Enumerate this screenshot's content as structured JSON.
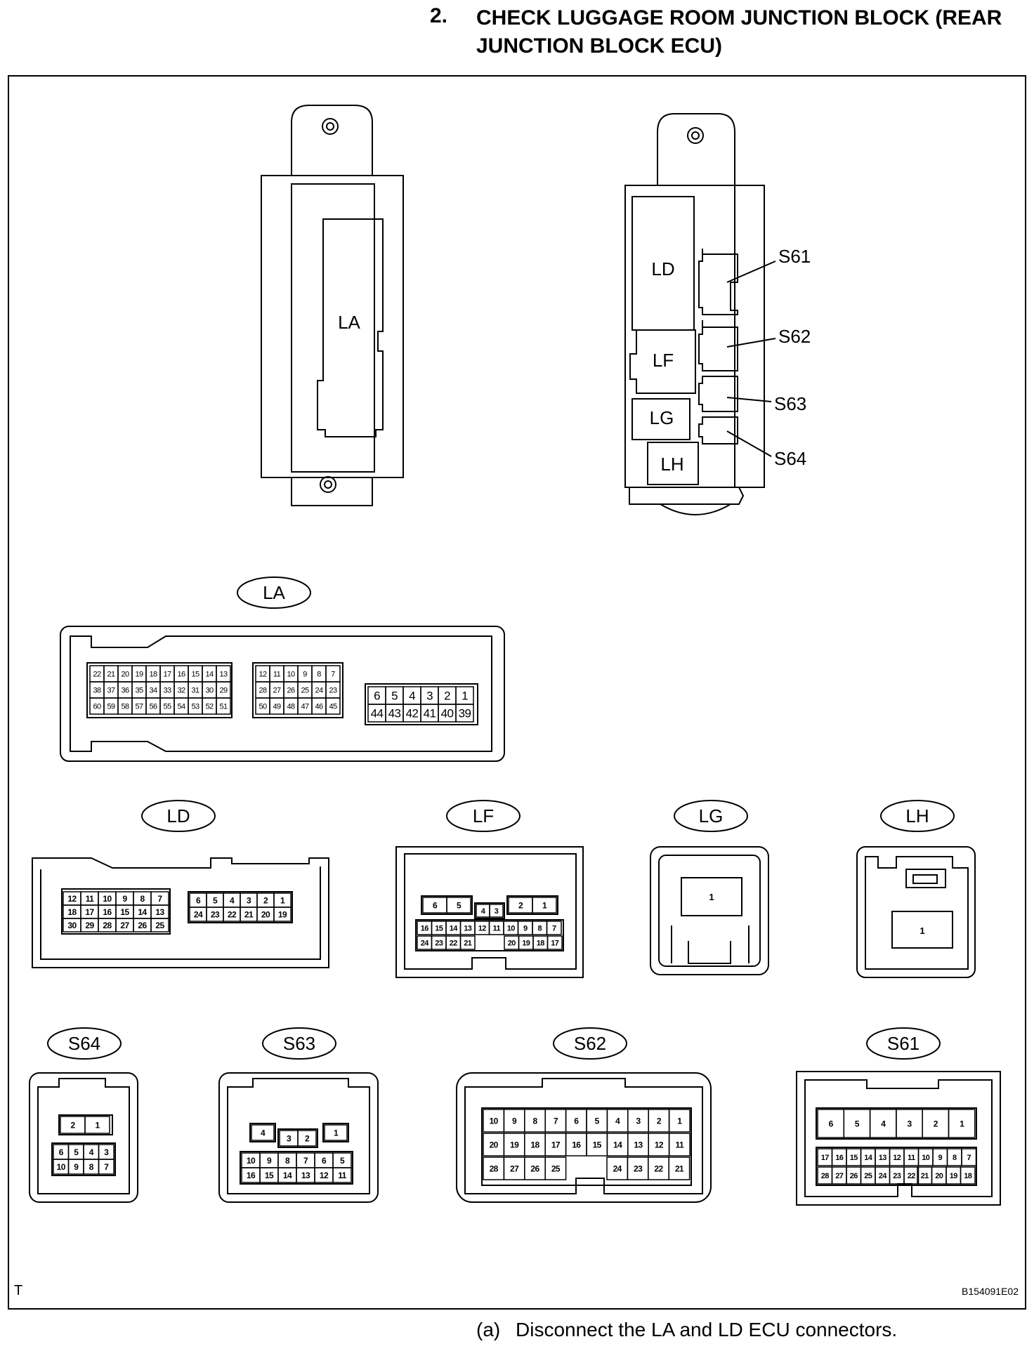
{
  "header": {
    "step_number": "2.",
    "title_line1": "CHECK LUGGAGE ROOM JUNCTION BLOCK (REAR",
    "title_line2": "JUNCTION BLOCK ECU)"
  },
  "block_left": {
    "label": "LA"
  },
  "block_right": {
    "labels": {
      "ld": "LD",
      "lf": "LF",
      "lg": "LG",
      "lh": "LH"
    },
    "callouts": {
      "s61": "S61",
      "s62": "S62",
      "s63": "S63",
      "s64": "S64"
    }
  },
  "connectors": {
    "LA": {
      "name": "LA",
      "g1": [
        [
          "22",
          "21",
          "20",
          "19",
          "18",
          "17",
          "16",
          "15",
          "14",
          "13"
        ],
        [
          "38",
          "37",
          "36",
          "35",
          "34",
          "33",
          "32",
          "31",
          "30",
          "29"
        ],
        [
          "60",
          "59",
          "58",
          "57",
          "56",
          "55",
          "54",
          "53",
          "52",
          "51"
        ]
      ],
      "g2": [
        [
          "12",
          "11",
          "10",
          "9",
          "8",
          "7"
        ],
        [
          "28",
          "27",
          "26",
          "25",
          "24",
          "23"
        ],
        [
          "50",
          "49",
          "48",
          "47",
          "46",
          "45"
        ]
      ],
      "g3": [
        [
          "6",
          "5",
          "4",
          "3",
          "2",
          "1"
        ],
        [
          "44",
          "43",
          "42",
          "41",
          "40",
          "39"
        ]
      ]
    },
    "LD": {
      "name": "LD",
      "g1": [
        [
          "12",
          "11",
          "10",
          "9",
          "8",
          "7"
        ],
        [
          "18",
          "17",
          "16",
          "15",
          "14",
          "13"
        ],
        [
          "30",
          "29",
          "28",
          "27",
          "26",
          "25"
        ]
      ],
      "g2": [
        [
          "6",
          "5",
          "4",
          "3",
          "2",
          "1"
        ],
        [
          "24",
          "23",
          "22",
          "21",
          "20",
          "19"
        ]
      ]
    },
    "LF": {
      "name": "LF",
      "top_left": [
        "6",
        "5"
      ],
      "mid": [
        "4",
        "3"
      ],
      "top_right": [
        "2",
        "1"
      ],
      "row2": [
        "16",
        "15",
        "14",
        "13",
        "12",
        "11",
        "10",
        "9",
        "8",
        "7"
      ],
      "row3_left": [
        "24",
        "23",
        "22",
        "21"
      ],
      "row3_right": [
        "20",
        "19",
        "18",
        "17"
      ]
    },
    "LG": {
      "name": "LG",
      "pin": "1"
    },
    "LH": {
      "name": "LH",
      "pin": "1"
    },
    "S64": {
      "name": "S64",
      "row1": [
        "2",
        "1"
      ],
      "row2": [
        "6",
        "5",
        "4",
        "3"
      ],
      "row3": [
        "10",
        "9",
        "8",
        "7"
      ]
    },
    "S63": {
      "name": "S63",
      "p4": "4",
      "p1": "1",
      "mid": [
        "3",
        "2"
      ],
      "row2": [
        "10",
        "9",
        "8",
        "7",
        "6",
        "5"
      ],
      "row3": [
        "16",
        "15",
        "14",
        "13",
        "12",
        "11"
      ]
    },
    "S62": {
      "name": "S62",
      "row1": [
        "10",
        "9",
        "8",
        "7",
        "6",
        "5",
        "4",
        "3",
        "2",
        "1"
      ],
      "row2": [
        "20",
        "19",
        "18",
        "17",
        "16",
        "15",
        "14",
        "13",
        "12",
        "11"
      ],
      "row3_left": [
        "28",
        "27",
        "26",
        "25"
      ],
      "row3_right": [
        "24",
        "23",
        "22",
        "21"
      ]
    },
    "S61": {
      "name": "S61",
      "row1": [
        "6",
        "5",
        "4",
        "3",
        "2",
        "1"
      ],
      "row2": [
        "17",
        "16",
        "15",
        "14",
        "13",
        "12",
        "11",
        "10",
        "9",
        "8",
        "7"
      ],
      "row3_left": [
        "28",
        "27",
        "26",
        "25",
        "24",
        "23",
        "22"
      ],
      "row3_right": [
        "21",
        "20",
        "19",
        "18"
      ]
    }
  },
  "frame": {
    "corner_mark": "T",
    "figure_code": "B154091E02"
  },
  "footer": {
    "step": "(a)",
    "text": "Disconnect the LA and LD ECU connectors."
  }
}
